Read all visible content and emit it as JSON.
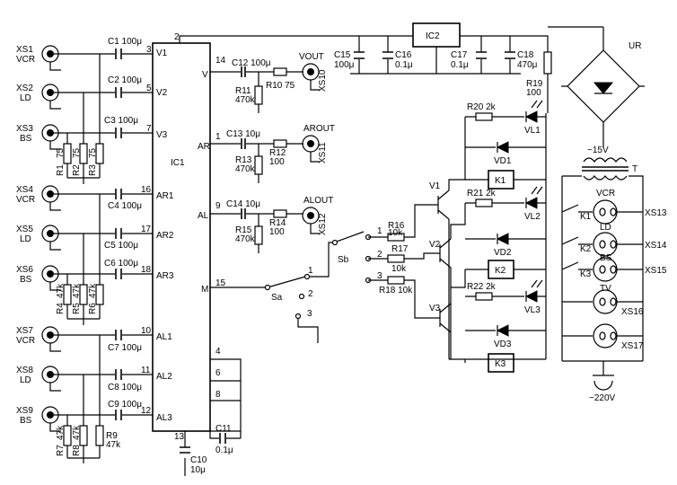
{
  "ic1": {
    "name": "IC1",
    "pins": {
      "p2": "2",
      "p3": "3",
      "p5": "5",
      "p7": "7",
      "p16": "16",
      "p17": "17",
      "p18": "18",
      "p10": "10",
      "p11": "11",
      "p12": "12",
      "p14": "14",
      "p1": "1",
      "p9": "9",
      "p15": "15",
      "p4": "4",
      "p6": "6",
      "p8": "8",
      "p13": "13"
    },
    "left_labels": [
      "V1",
      "V2",
      "V3",
      "AR1",
      "AR2",
      "AR3",
      "AL1",
      "AL2",
      "AL3"
    ],
    "right_labels": {
      "v": "V",
      "ar": "AR",
      "al": "AL",
      "m": "M"
    }
  },
  "inputs": [
    {
      "jack": "XS1",
      "src": "VCR",
      "cap": "C1 100μ"
    },
    {
      "jack": "XS2",
      "src": "LD",
      "cap": "C2 100μ"
    },
    {
      "jack": "XS3",
      "src": "BS",
      "cap": "C3 100μ"
    },
    {
      "jack": "XS4",
      "src": "VCR",
      "cap": "C4 100μ"
    },
    {
      "jack": "XS5",
      "src": "LD",
      "cap": "C5 100μ"
    },
    {
      "jack": "XS6",
      "src": "BS",
      "cap": "C6 100μ"
    },
    {
      "jack": "XS7",
      "src": "VCR",
      "cap": "C7 100μ"
    },
    {
      "jack": "XS8",
      "src": "LD",
      "cap": "C8 100μ"
    },
    {
      "jack": "XS9",
      "src": "BS",
      "cap": "C9 100μ"
    }
  ],
  "load_resistors": [
    {
      "name": "R1",
      "value": "75"
    },
    {
      "name": "R2",
      "value": "75"
    },
    {
      "name": "R3",
      "value": "75"
    },
    {
      "name": "R4",
      "value": "47k"
    },
    {
      "name": "R5",
      "value": "47k"
    },
    {
      "name": "R6",
      "value": "47k"
    },
    {
      "name": "R7",
      "value": "47k"
    },
    {
      "name": "R8",
      "value": "47k"
    },
    {
      "name": "R9",
      "value": "47k"
    }
  ],
  "outputs": {
    "vout": {
      "cap": "C12 100μ",
      "shunt": "R11",
      "shunt_val": "470k",
      "series": "R10 75",
      "label": "VOUT",
      "jack": "XS10"
    },
    "arout": {
      "cap": "C13 10μ",
      "shunt": "R13",
      "shunt_val": "470k",
      "series": "R12",
      "series_val": "100",
      "label": "AROUT",
      "jack": "XS11"
    },
    "alout": {
      "cap": "C14 10μ",
      "shunt": "R15",
      "shunt_val": "470k",
      "series": "R14",
      "series_val": "100",
      "label": "ALOUT",
      "jack": "XS12"
    }
  },
  "switches": {
    "sa": "Sa",
    "sb": "Sb",
    "pos1": "1",
    "pos2": "2",
    "pos3": "3"
  },
  "bottom_caps": {
    "c10": "C10",
    "c10_val": "10μ",
    "c11": "C11",
    "c11_val": "0.1μ"
  },
  "supply": {
    "ic2": "IC2",
    "c15": "C15",
    "c15_val": "100μ",
    "c16": "C16",
    "c16_val": "0.1μ",
    "c17": "C17",
    "c17_val": "0.1μ",
    "c18": "C18",
    "c18_val": "470μ",
    "r19": "R19",
    "r19_val": "100",
    "bridge": "UR",
    "transformer": "T",
    "sec_voltage": "~15V",
    "mains": "~220V"
  },
  "drivers": {
    "base_resistors": [
      {
        "name": "R16",
        "value": "10k"
      },
      {
        "name": "R17",
        "value": "10k"
      },
      {
        "name": "R18 10k",
        "value": ""
      }
    ],
    "transistors": [
      "V1",
      "V2",
      "V3"
    ],
    "led_resistors": [
      "R20 2k",
      "R21 2k",
      "R22 2k"
    ],
    "leds": [
      "VL1",
      "VL2",
      "VL3"
    ],
    "diodes": [
      "VD1",
      "VD2",
      "VD3"
    ],
    "relays": [
      "K1",
      "K2",
      "K3"
    ]
  },
  "sockets": [
    {
      "contact": "K1",
      "src": "VCR",
      "jack": "XS13"
    },
    {
      "contact": "K2",
      "src": "LD",
      "jack": "XS14"
    },
    {
      "contact": "K3",
      "src": "BS",
      "jack": "XS15"
    },
    {
      "contact": "",
      "src": "TV",
      "jack": "XS16"
    },
    {
      "contact": "",
      "src": "",
      "jack": "XS17"
    }
  ]
}
